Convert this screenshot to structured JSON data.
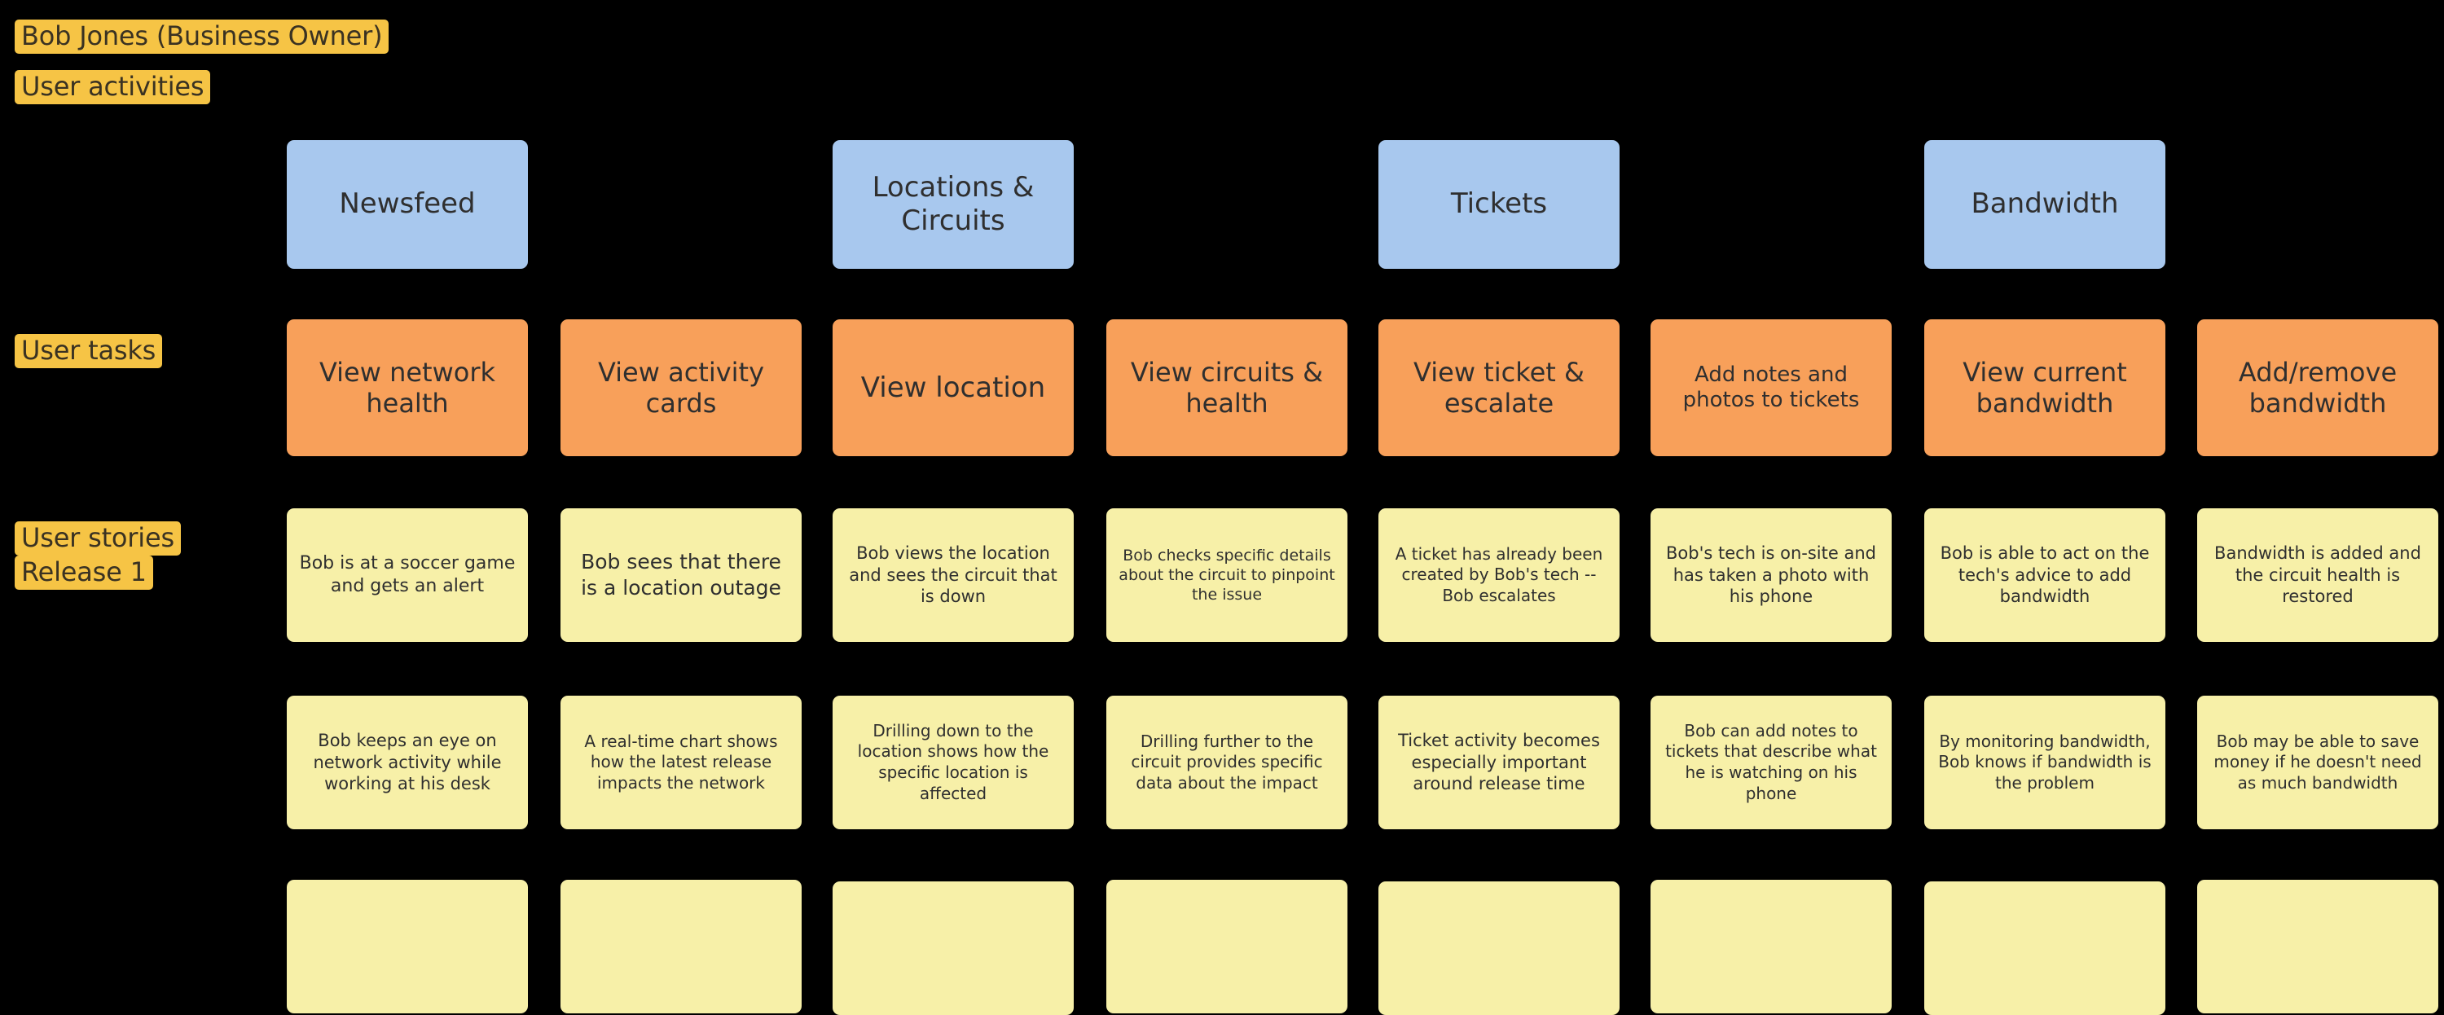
{
  "board": {
    "background_color": "#000000",
    "persona": {
      "label": "Bob Jones (Business Owner)"
    },
    "row_labels": [
      {
        "name": "user-activities",
        "lines": [
          "User activities"
        ]
      },
      {
        "name": "user-tasks",
        "lines": [
          "User tasks"
        ]
      },
      {
        "name": "user-stories-release-1",
        "lines": [
          "User stories",
          "Release 1"
        ]
      }
    ],
    "colors": {
      "label_highlight": "#f6c445",
      "activity_card": "#a8c8ee",
      "task_card": "#f8a05a",
      "story_card": "#f7f0a8",
      "card_text": "#2f2f2f"
    },
    "activities": [
      {
        "column": 1,
        "label": "Newsfeed",
        "font_size": 34
      },
      {
        "column": 3,
        "label": "Locations & Circuits",
        "font_size": 34
      },
      {
        "column": 5,
        "label": "Tickets",
        "font_size": 34
      },
      {
        "column": 7,
        "label": "Bandwidth",
        "font_size": 34
      }
    ],
    "tasks": [
      {
        "column": 1,
        "label": "View network health",
        "font_size": 32
      },
      {
        "column": 2,
        "label": "View activity cards",
        "font_size": 32
      },
      {
        "column": 3,
        "label": "View location",
        "font_size": 34
      },
      {
        "column": 4,
        "label": "View circuits & health",
        "font_size": 32
      },
      {
        "column": 5,
        "label": "View ticket & escalate",
        "font_size": 32
      },
      {
        "column": 6,
        "label": "Add notes and photos to tickets",
        "font_size": 26
      },
      {
        "column": 7,
        "label": "View current bandwidth",
        "font_size": 32
      },
      {
        "column": 8,
        "label": "Add/remove bandwidth",
        "font_size": 32
      }
    ],
    "story_rows": [
      {
        "name": "story-row-1",
        "cards": [
          {
            "column": 1,
            "label": "Bob is at a soccer game and gets an alert",
            "font_size": 22
          },
          {
            "column": 2,
            "label": "Bob sees that there is a location outage",
            "font_size": 25
          },
          {
            "column": 3,
            "label": "Bob views the location and sees the circuit that is down",
            "font_size": 21
          },
          {
            "column": 4,
            "label": "Bob checks specific details about the circuit to pinpoint the issue",
            "font_size": 19
          },
          {
            "column": 5,
            "label": "A ticket has already been created by Bob's tech -- Bob escalates",
            "font_size": 20
          },
          {
            "column": 6,
            "label": "Bob's tech is on-site and has taken a photo with his phone",
            "font_size": 21
          },
          {
            "column": 7,
            "label": "Bob is able to act on the tech's advice to add bandwidth",
            "font_size": 21
          },
          {
            "column": 8,
            "label": "Bandwidth is added and the circuit health is restored",
            "font_size": 21
          }
        ]
      },
      {
        "name": "story-row-2",
        "cards": [
          {
            "column": 1,
            "label": "Bob keeps an eye on network activity while working at his desk",
            "font_size": 21
          },
          {
            "column": 2,
            "label": "A real-time chart shows how the latest release impacts the network",
            "font_size": 20
          },
          {
            "column": 3,
            "label": "Drilling down to the location shows how the specific location is affected",
            "font_size": 20
          },
          {
            "column": 4,
            "label": "Drilling further to the circuit provides specific data about the impact",
            "font_size": 20
          },
          {
            "column": 5,
            "label": "Ticket activity becomes especially important around release time",
            "font_size": 21
          },
          {
            "column": 6,
            "label": "Bob can add notes to tickets that describe what he is watching on his phone",
            "font_size": 20
          },
          {
            "column": 7,
            "label": "By monitoring bandwidth, Bob knows if bandwidth is the problem",
            "font_size": 20
          },
          {
            "column": 8,
            "label": "Bob may be able to save money if he doesn't need as much bandwidth",
            "font_size": 20
          }
        ]
      },
      {
        "name": "story-row-3-clipped",
        "clipped": true,
        "cards": [
          {
            "column": 1,
            "label": ""
          },
          {
            "column": 2,
            "label": ""
          },
          {
            "column": 3,
            "label": ""
          },
          {
            "column": 4,
            "label": ""
          },
          {
            "column": 5,
            "label": ""
          },
          {
            "column": 6,
            "label": ""
          },
          {
            "column": 7,
            "label": ""
          },
          {
            "column": 8,
            "label": ""
          }
        ]
      }
    ]
  }
}
